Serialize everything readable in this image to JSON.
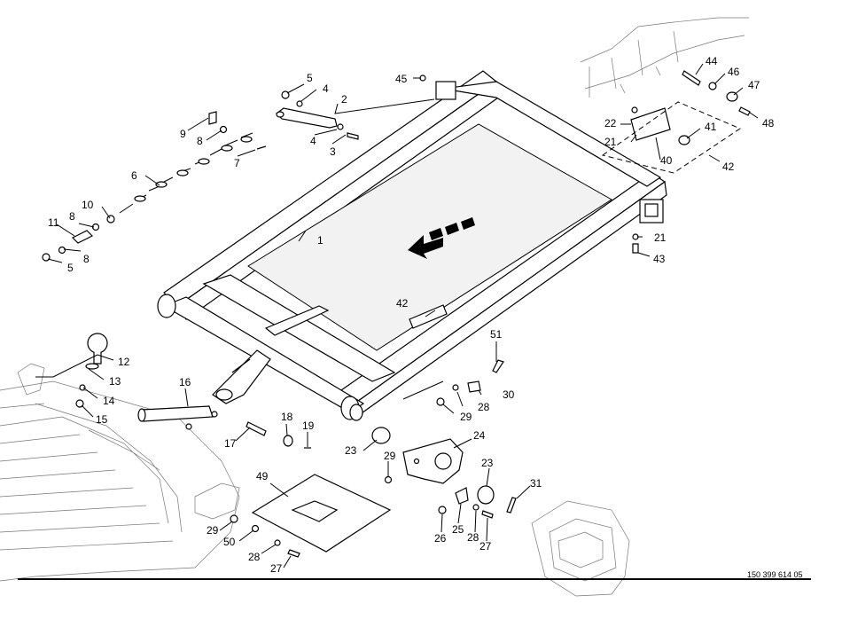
{
  "drawing_ref": "150 399 614 05",
  "callouts": [
    {
      "id": "c1",
      "text": "1"
    },
    {
      "id": "c2",
      "text": "2"
    },
    {
      "id": "c3",
      "text": "3"
    },
    {
      "id": "c4a",
      "text": "4"
    },
    {
      "id": "c4b",
      "text": "4"
    },
    {
      "id": "c5a",
      "text": "5"
    },
    {
      "id": "c5b",
      "text": "5"
    },
    {
      "id": "c6",
      "text": "6"
    },
    {
      "id": "c7",
      "text": "7"
    },
    {
      "id": "c8a",
      "text": "8"
    },
    {
      "id": "c8b",
      "text": "8"
    },
    {
      "id": "c8c",
      "text": "8"
    },
    {
      "id": "c9",
      "text": "9"
    },
    {
      "id": "c10",
      "text": "10"
    },
    {
      "id": "c11",
      "text": "11"
    },
    {
      "id": "c12",
      "text": "12"
    },
    {
      "id": "c13",
      "text": "13"
    },
    {
      "id": "c14",
      "text": "14"
    },
    {
      "id": "c15",
      "text": "15"
    },
    {
      "id": "c16",
      "text": "16"
    },
    {
      "id": "c17",
      "text": "17"
    },
    {
      "id": "c18",
      "text": "18"
    },
    {
      "id": "c19",
      "text": "19"
    },
    {
      "id": "c21a",
      "text": "21"
    },
    {
      "id": "c21b",
      "text": "21"
    },
    {
      "id": "c22",
      "text": "22"
    },
    {
      "id": "c23a",
      "text": "23"
    },
    {
      "id": "c23b",
      "text": "23"
    },
    {
      "id": "c24",
      "text": "24"
    },
    {
      "id": "c25",
      "text": "25"
    },
    {
      "id": "c26",
      "text": "26"
    },
    {
      "id": "c27a",
      "text": "27"
    },
    {
      "id": "c27b",
      "text": "27"
    },
    {
      "id": "c28a",
      "text": "28"
    },
    {
      "id": "c28b",
      "text": "28"
    },
    {
      "id": "c28c",
      "text": "28"
    },
    {
      "id": "c29a",
      "text": "29"
    },
    {
      "id": "c29b",
      "text": "29"
    },
    {
      "id": "c29c",
      "text": "29"
    },
    {
      "id": "c30",
      "text": "30"
    },
    {
      "id": "c31",
      "text": "31"
    },
    {
      "id": "c40",
      "text": "40"
    },
    {
      "id": "c41",
      "text": "41"
    },
    {
      "id": "c42a",
      "text": "42"
    },
    {
      "id": "c42b",
      "text": "42"
    },
    {
      "id": "c43",
      "text": "43"
    },
    {
      "id": "c44",
      "text": "44"
    },
    {
      "id": "c45",
      "text": "45"
    },
    {
      "id": "c46",
      "text": "46"
    },
    {
      "id": "c47",
      "text": "47"
    },
    {
      "id": "c48",
      "text": "48"
    },
    {
      "id": "c49",
      "text": "49"
    },
    {
      "id": "c50",
      "text": "50"
    },
    {
      "id": "c51",
      "text": "51"
    }
  ]
}
